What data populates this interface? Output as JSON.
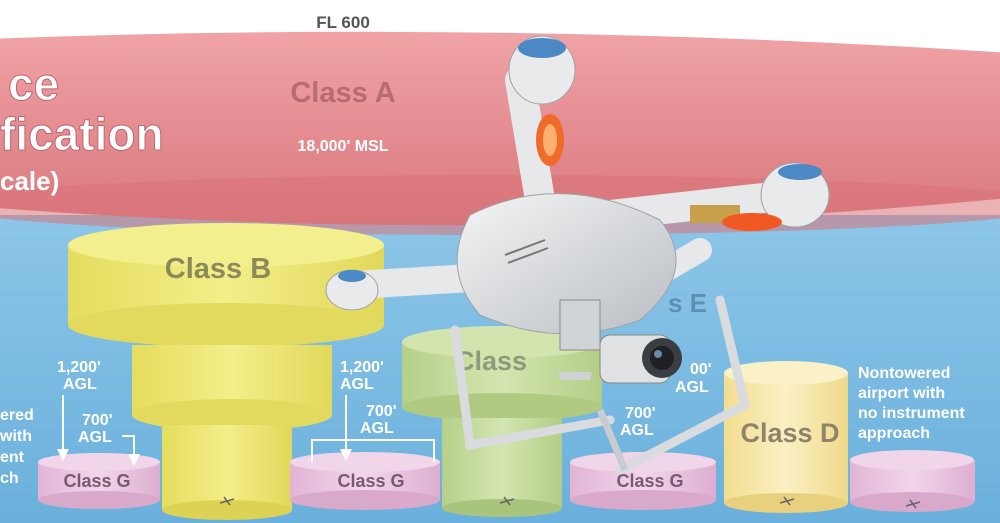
{
  "header": {
    "altitude_top": "FL 600",
    "title_line1": "ce",
    "title_line2": "fication",
    "title_line3": "cale)"
  },
  "class_a": {
    "label": "Class A",
    "floor": "18,000' MSL"
  },
  "class_b": {
    "label": "Class B"
  },
  "class_c": {
    "label": "Class"
  },
  "class_e_partial": {
    "label": "s E"
  },
  "class_d": {
    "label": "Class D"
  },
  "annotations": {
    "agl_1200_left_line1": "1,200'",
    "agl_1200_left_line2": "AGL",
    "agl_700_left_line1": "700'",
    "agl_700_left_line2": "AGL",
    "agl_1200_mid_line1": "1,200'",
    "agl_1200_mid_line2": "AGL",
    "agl_700_mid_line1": "700'",
    "agl_700_mid_line2": "AGL",
    "agl_700_right_line1": "700'",
    "agl_700_right_line2": "AGL",
    "agl_1200_right_line1": "00'",
    "agl_1200_right_line2": "AGL",
    "left_side_line1": "ered",
    "left_side_line2": "with",
    "left_side_line3": "ent",
    "left_side_line4": "ch",
    "nontowered_line1": "Nontowered",
    "nontowered_line2": "airport with",
    "nontowered_line3": "no instrument",
    "nontowered_line4": "approach"
  },
  "class_g": [
    {
      "label": "Class G"
    },
    {
      "label": "Class G"
    },
    {
      "label": "Class G"
    }
  ],
  "colors": {
    "class_a": "#e98a8e",
    "class_e_sky": "#7cbde3",
    "class_b": "#ece56e",
    "class_c": "#c2d89a",
    "class_d": "#f6e6a4",
    "class_g": "#e9c3de",
    "text_gray": "#b06a70"
  }
}
